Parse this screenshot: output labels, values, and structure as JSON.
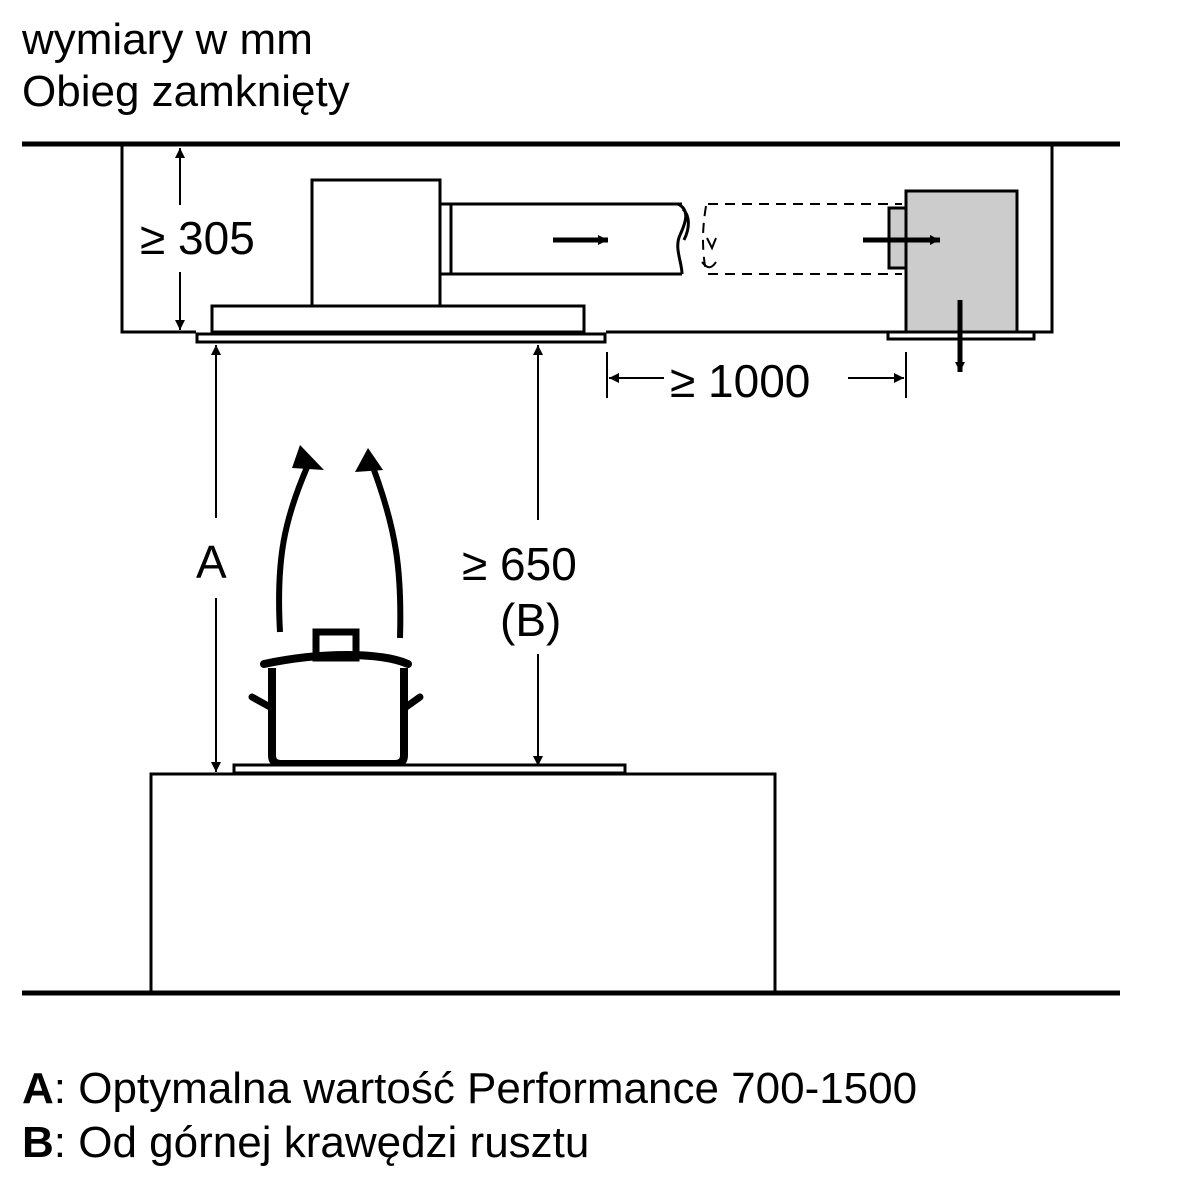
{
  "header": {
    "units_note": "wymiary w mm",
    "mode_title": "Obieg zamknięty"
  },
  "dimensions": {
    "ceiling_depth": "≥ 305",
    "filter_distance": "≥ 1000",
    "min_height": "≥ 650",
    "min_height_ref": "(B)",
    "height_label": "A"
  },
  "legend": [
    {
      "key": "A",
      "separator": ":",
      "text": " Optymalna wartość Performance 700-1500"
    },
    {
      "key": "B",
      "separator": ":",
      "text": " Od górnej krawędzi rusztu"
    }
  ],
  "colors": {
    "line": "#000000",
    "filter_box_fill": "#cccccc",
    "background": "#ffffff"
  },
  "icons": {
    "pot": "cooking-pot-icon",
    "steam": "steam-arrows-icon",
    "airflow": "airflow-arrow-icon"
  }
}
